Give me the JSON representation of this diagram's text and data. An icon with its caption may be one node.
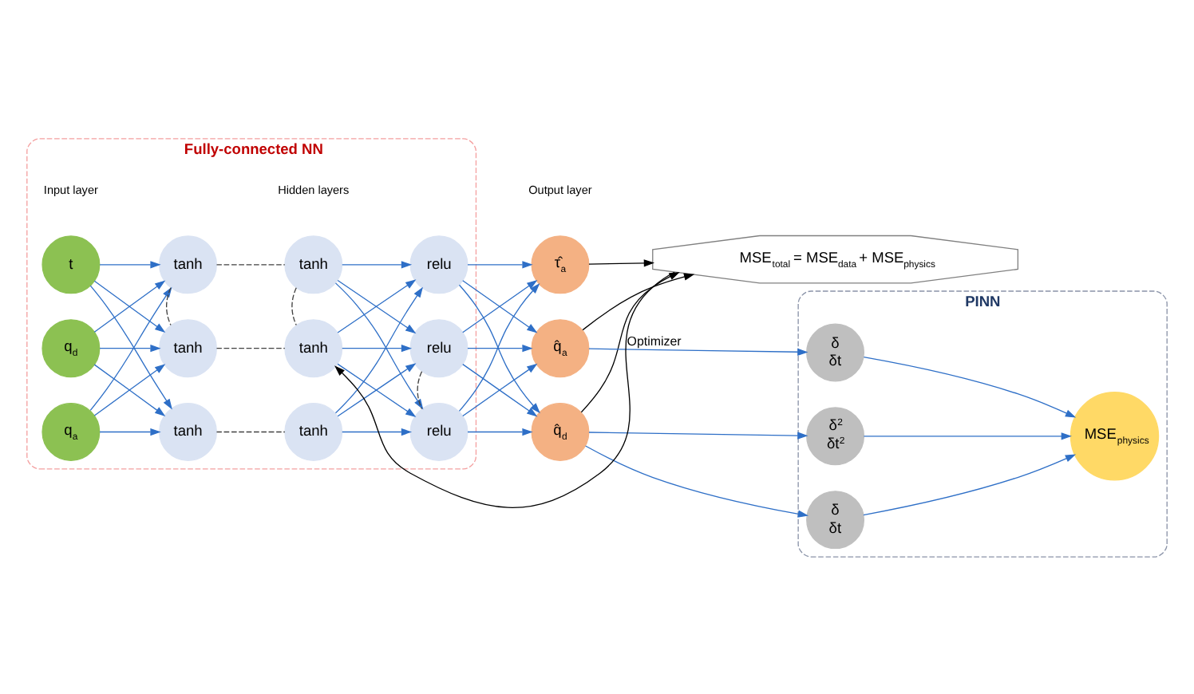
{
  "diagram": {
    "nodes": [
      {
        "text": [
          "Fully-connected NN"
        ]
      },
      {
        "text": [
          "PINN"
        ]
      },
      {
        "text": [
          "t"
        ],
        "in": 0
      },
      {
        "text": [
          "q$_{d}$"
        ],
        "in": 0
      },
      {
        "text": [
          "q$_{a}$"
        ],
        "in": 0
      },
      {
        "text": [
          "tanh"
        ],
        "in": 0
      },
      {
        "text": [
          "tanh"
        ],
        "in": 0
      },
      {
        "text": [
          "tanh"
        ],
        "in": 0
      },
      {
        "text": [
          "tanh"
        ],
        "in": 0
      },
      {
        "text": [
          "tanh"
        ],
        "in": 0
      },
      {
        "text": [
          "tanh"
        ],
        "in": 0
      },
      {
        "text": [
          "relu"
        ],
        "in": 0
      },
      {
        "text": [
          "relu"
        ],
        "in": 0
      },
      {
        "text": [
          "relu"
        ],
        "in": 0
      },
      {
        "text": [
          "q̂$_{d}$"
        ]
      },
      {
        "text": [
          "q̂$_{a}$"
        ]
      },
      {
        "text": [
          "τ̂$_{a}$"
        ]
      },
      {
        "text": [
          "δ",
          "δt"
        ],
        "in": 1
      },
      {
        "text": [
          "δ$^{2}$",
          "δt$^{2}$"
        ],
        "in": 1
      },
      {
        "text": [
          "δ",
          "δt"
        ],
        "in": 1
      },
      {
        "text": [
          "MSE$_{physics}$"
        ],
        "in": 1
      },
      {
        "text": [
          "MSE$_{total}$ = MSE$_{data}$ + MSE$_{physics}$"
        ]
      }
    ],
    "edges": [
      {
        "from": 2,
        "to": 5,
        "arrow": "to"
      },
      {
        "from": 2,
        "to": 6,
        "arrow": "to"
      },
      {
        "from": 2,
        "to": 7,
        "arrow": "to"
      },
      {
        "from": 3,
        "to": 5,
        "arrow": "to"
      },
      {
        "from": 3,
        "to": 6,
        "arrow": "to"
      },
      {
        "from": 3,
        "to": 7,
        "arrow": "to"
      },
      {
        "from": 4,
        "to": 5,
        "arrow": "to"
      },
      {
        "from": 4,
        "to": 6,
        "arrow": "to"
      },
      {
        "from": 4,
        "to": 7,
        "arrow": "to"
      },
      {
        "from": 5,
        "to": 8,
        "arrow": "none",
        "style": "dashed",
        "color": "#404040"
      },
      {
        "from": 6,
        "to": 9,
        "arrow": "none",
        "style": "dashed",
        "color": "#404040"
      },
      {
        "from": 7,
        "to": 10,
        "arrow": "none",
        "style": "dashed",
        "color": "#404040"
      },
      {
        "from": 6,
        "to": 7,
        "arrow": "none",
        "style": "dashed",
        "color": "#404040"
      },
      {
        "from": 9,
        "to": 10,
        "arrow": "none",
        "style": "dashed",
        "color": "#404040"
      },
      {
        "from": 12,
        "to": 13,
        "arrow": "none",
        "style": "dashed",
        "color": "#404040"
      },
      {
        "from": 8,
        "to": 11,
        "arrow": "to"
      },
      {
        "from": 8,
        "to": 12,
        "arrow": "to"
      },
      {
        "from": 8,
        "to": 13,
        "arrow": "to"
      },
      {
        "from": 9,
        "to": 11,
        "arrow": "to"
      },
      {
        "from": 9,
        "to": 12,
        "arrow": "to"
      },
      {
        "from": 9,
        "to": 13,
        "arrow": "to"
      },
      {
        "from": 10,
        "to": 11,
        "arrow": "to"
      },
      {
        "from": 10,
        "to": 12,
        "arrow": "to"
      },
      {
        "from": 10,
        "to": 13,
        "arrow": "to"
      },
      {
        "from": 11,
        "to": 14,
        "arrow": "to"
      },
      {
        "from": 11,
        "to": 15,
        "arrow": "to"
      },
      {
        "from": 11,
        "to": 16,
        "arrow": "to"
      },
      {
        "from": 12,
        "to": 14,
        "arrow": "to"
      },
      {
        "from": 12,
        "to": 15,
        "arrow": "to"
      },
      {
        "from": 12,
        "to": 16,
        "arrow": "to"
      },
      {
        "from": 13,
        "to": 14,
        "arrow": "to"
      },
      {
        "from": 13,
        "to": 15,
        "arrow": "to"
      },
      {
        "from": 13,
        "to": 16,
        "arrow": "to"
      },
      {
        "from": 14,
        "to": 17,
        "arrow": "to"
      },
      {
        "from": 14,
        "to": 18,
        "arrow": "to"
      },
      {
        "from": 15,
        "to": 19,
        "arrow": "to"
      },
      {
        "from": 17,
        "to": 20,
        "arrow": "to"
      },
      {
        "from": 18,
        "to": 20,
        "arrow": "to"
      },
      {
        "from": 19,
        "to": 20,
        "arrow": "to"
      },
      {
        "from": 14,
        "to": 21,
        "arrow": "to",
        "color": "#000000"
      },
      {
        "from": 15,
        "to": 21,
        "arrow": "to",
        "color": "#000000"
      },
      {
        "from": 16,
        "to": 21,
        "arrow": "to",
        "color": "#000000"
      },
      {
        "from": 21,
        "to": 10,
        "arrow": "to",
        "label": "Optimizer",
        "color": "#000000"
      }
    ],
    "labels": [
      "Hidden layers",
      "Input layer",
      "Output layer"
    ]
  }
}
